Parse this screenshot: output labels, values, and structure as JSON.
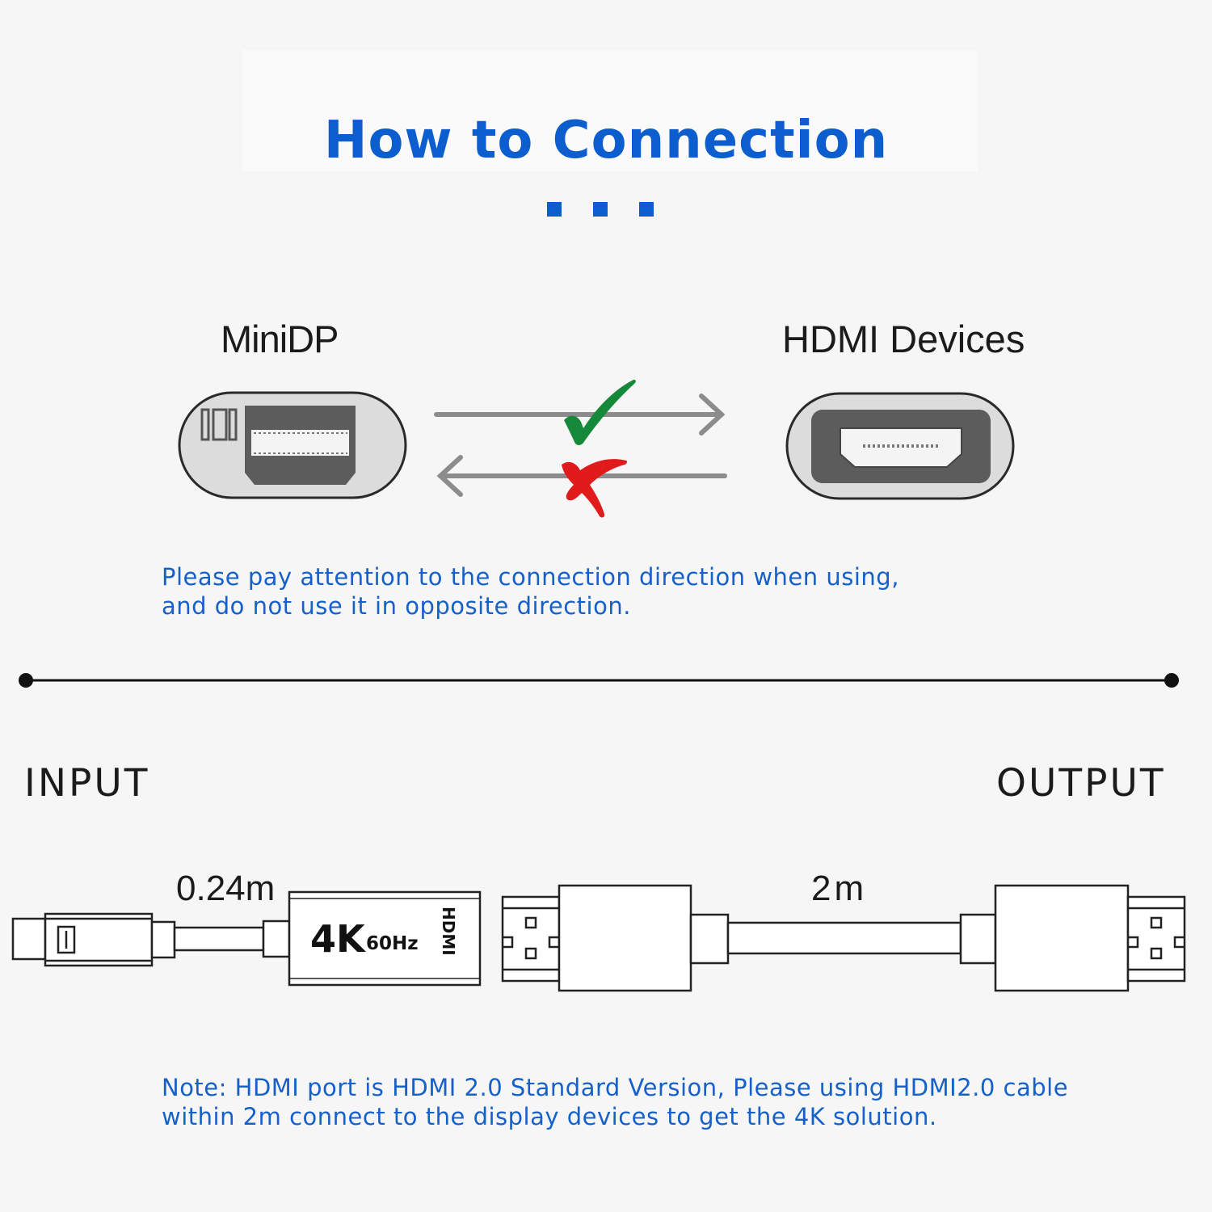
{
  "title": "How to Connection",
  "accent_color": "#0c5ecf",
  "source_label": "MiniDP",
  "target_label": "HDMI Devices",
  "direction_icons": {
    "correct": "green-check-icon",
    "wrong": "red-cross-icon"
  },
  "direction_note": [
    "Please pay attention to the connection direction when using,",
    "and do not use it in opposite direction."
  ],
  "input_label": "INPUT",
  "output_label": "OUTPUT",
  "adapter_cable_length": "0.24m",
  "adapter_resolution": "4K",
  "adapter_refresh": "60Hz",
  "adapter_port_label": "HDMI",
  "hdmi_cable_length": "2m",
  "hdmi_note": [
    "Note: HDMI port is HDMI 2.0 Standard Version, Please using HDMI2.0 cable",
    "within 2m connect to the display devices to get the 4K solution."
  ]
}
